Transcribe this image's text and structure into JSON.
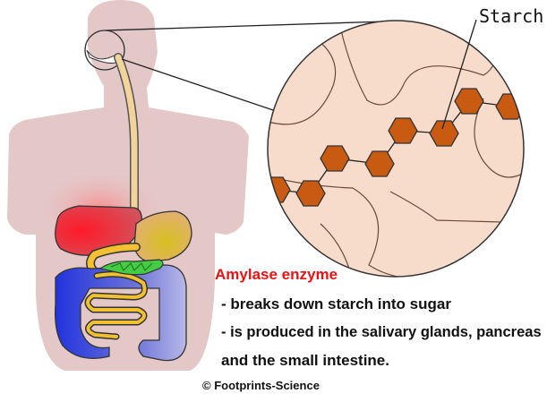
{
  "labels": {
    "starch": "Starch",
    "enzyme_title": "Amylase enzyme",
    "line1": "- breaks down starch into sugar",
    "line2": "- is produced in the salivary glands, pancreas",
    "line3": "and the small intestine.",
    "copyright": "© Footprints-Science"
  },
  "colors": {
    "body": "#e4c8c8",
    "enzyme_title": "#ee1111",
    "starch_hexagon": "#c85a12",
    "magnified_background": "#f8dccb",
    "liver": "#ee2233",
    "stomach": "#e0c040",
    "pancreas": "#44cc44",
    "large_intestine": "#4455dd",
    "small_intestine": "#f0c030"
  }
}
